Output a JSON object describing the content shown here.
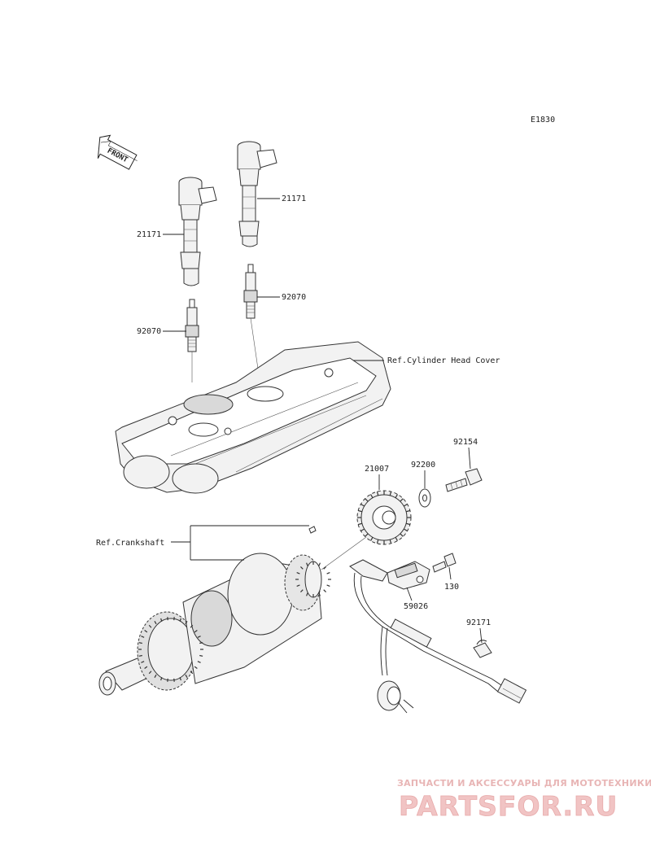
{
  "diagram": {
    "code": "E1830",
    "front_label": "FRONT",
    "labels": {
      "coil_left": "21171",
      "coil_right": "21171",
      "plug_left": "92070",
      "plug_right": "92070",
      "ref_head_cover": "Ref.Cylinder Head Cover",
      "rotor": "21007",
      "washer": "92200",
      "bolt": "92154",
      "sensor": "59026",
      "sensor_bolt": "130",
      "clamp": "92171",
      "ref_crankshaft": "Ref.Crankshaft"
    }
  },
  "watermark": {
    "tagline": "ЗАПЧАСТИ И АКСЕССУАРЫ ДЛЯ МОТОТЕХНИКИ",
    "logo": "PARTSFOR.RU"
  },
  "colors": {
    "line": "#222222",
    "watermark": "#e8b5b5"
  }
}
